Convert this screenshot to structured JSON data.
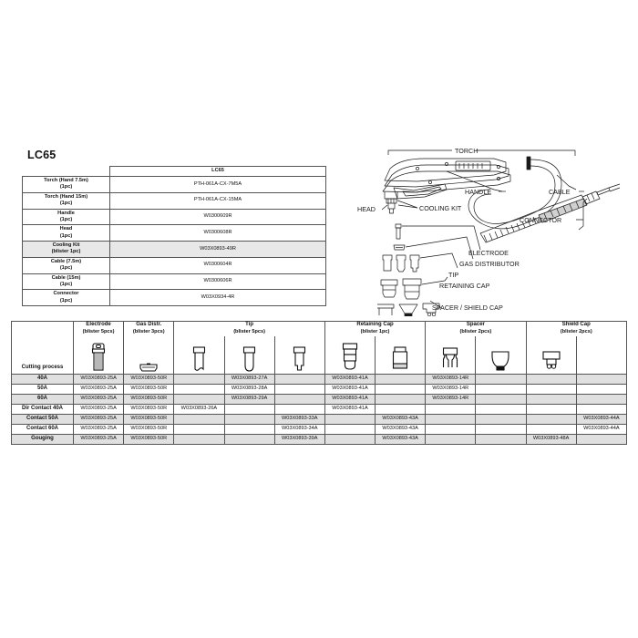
{
  "title": "LC65",
  "upper_table": {
    "blank_header": "",
    "model_header": "LC65",
    "rows": [
      {
        "label": "Torch (Hand 7.5m)",
        "qty": "(1pc)",
        "value": "PTH-061A-CX-7M5A",
        "shaded": false
      },
      {
        "label": "Torch (Hand 15m)",
        "qty": "(1pc)",
        "value": "PTH-061A-CX-15MA",
        "shaded": false
      },
      {
        "label": "Handle",
        "qty": "(1pc)",
        "value": "W0300609R",
        "shaded": false
      },
      {
        "label": "Head",
        "qty": "(1pc)",
        "value": "W0300608R",
        "shaded": false
      },
      {
        "label": "Cooling Kit",
        "qty": "(blister 1pc)",
        "value": "W03X0893-49R",
        "shaded": true
      },
      {
        "label": "Cable (7.5m)",
        "qty": "(1pc)",
        "value": "W0300604R",
        "shaded": false
      },
      {
        "label": "Cable (15m)",
        "qty": "(1pc)",
        "value": "W0300606R",
        "shaded": false
      },
      {
        "label": "Connector",
        "qty": "(1pc)",
        "value": "W03X0934-4R",
        "shaded": false
      }
    ]
  },
  "lower_table": {
    "process_header": "Cutting process",
    "groups": [
      {
        "name": "Electrode",
        "sub": "(blister 5pcs)",
        "span": 1
      },
      {
        "name": "Gas Distr.",
        "sub": "(blister 3pcs)",
        "span": 1
      },
      {
        "name": "Tip",
        "sub": "(blister 5pcs)",
        "span": 3
      },
      {
        "name": "Retaining Cap",
        "sub": "(blister 1pc)",
        "span": 2
      },
      {
        "name": "Spacer",
        "sub": "(blister 2pcs)",
        "span": 2
      },
      {
        "name": "Shield Cap",
        "sub": "(blister 2pcs)",
        "span": 2
      }
    ],
    "icons": [
      "electrode-icon",
      "gas-distributor-icon",
      "tip-plain-icon",
      "tip-pointed-icon",
      "tip-stepped-icon",
      "retaining-cap-long-icon",
      "retaining-cap-short-icon",
      "spacer-icon",
      "shield-cap-plain-icon",
      "shield-cap-flange-icon",
      "shield-cap-empty-icon"
    ],
    "rows": [
      {
        "process": "40A",
        "shaded": true,
        "cells": [
          "W03X0893-25A",
          "W03X0893-50R",
          "",
          "W03X0893-27A",
          "",
          "W03X0893-41A",
          "",
          "W03X0893-14R",
          "",
          "",
          ""
        ]
      },
      {
        "process": "50A",
        "shaded": false,
        "cells": [
          "W03X0893-25A",
          "W03X0893-50R",
          "",
          "W03X0893-28A",
          "",
          "W03X0893-41A",
          "",
          "W03X0893-14R",
          "",
          "",
          ""
        ]
      },
      {
        "process": "60A",
        "shaded": true,
        "cells": [
          "W03X0893-25A",
          "W03X0893-50R",
          "",
          "W03X0893-29A",
          "",
          "W03X0893-41A",
          "",
          "W03X0893-14R",
          "",
          "",
          ""
        ]
      },
      {
        "process": "Dir Contact 40A",
        "shaded": false,
        "cells": [
          "W03X0893-25A",
          "W03X0893-50R",
          "W03X0893-26A",
          "",
          "",
          "W03X0893-41A",
          "",
          "",
          "",
          "",
          ""
        ]
      },
      {
        "process": "Contact 50A",
        "shaded": true,
        "cells": [
          "W03X0893-25A",
          "W03X0893-50R",
          "",
          "",
          "W03X0893-33A",
          "",
          "W03X0893-43A",
          "",
          "",
          "",
          "W03X0893-44A"
        ]
      },
      {
        "process": "Contact 60A",
        "shaded": false,
        "cells": [
          "W03X0893-25A",
          "W03X0893-50R",
          "",
          "",
          "W03X0893-34A",
          "",
          "W03X0893-43A",
          "",
          "",
          "",
          "W03X0893-44A"
        ]
      },
      {
        "process": "Gouging",
        "shaded": true,
        "cells": [
          "W03X0893-25A",
          "W03X0893-50R",
          "",
          "",
          "W03X0893-39A",
          "",
          "W03X0893-43A",
          "",
          "",
          "W03X0893-48A",
          ""
        ]
      }
    ]
  },
  "diagram": {
    "labels": {
      "torch": "TORCH",
      "handle": "HANDLE",
      "cable": "CABLE",
      "head": "HEAD",
      "cooling_kit": "COOLING KIT",
      "connector": "CONNECTOR",
      "electrode": "ELECTRODE",
      "gas_distributor": "GAS DISTRIBUTOR",
      "tip": "TIP",
      "retaining_cap": "RETAINING CAP",
      "spacer_shield_cap": "SPACER / SHIELD CAP"
    }
  }
}
